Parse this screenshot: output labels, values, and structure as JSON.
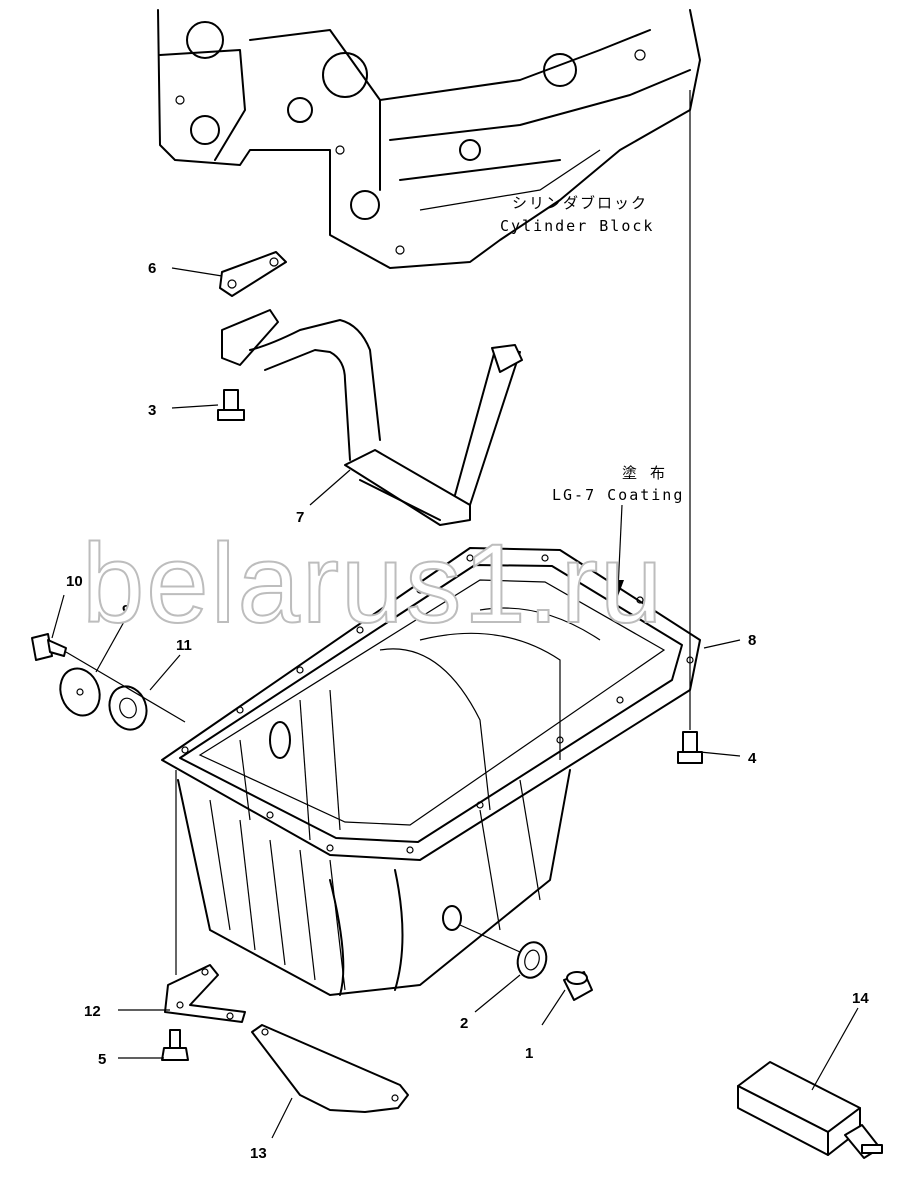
{
  "annotations": {
    "cylinder_block_jp": "シリンダブロック",
    "cylinder_block_en": "Cylinder Block",
    "coating_jp": "塗 布",
    "coating_en": "LG-7 Coating"
  },
  "watermark": "belarus1.ru",
  "part_labels": [
    "1",
    "2",
    "3",
    "4",
    "5",
    "6",
    "7",
    "8",
    "9",
    "10",
    "11",
    "12",
    "13",
    "14"
  ]
}
